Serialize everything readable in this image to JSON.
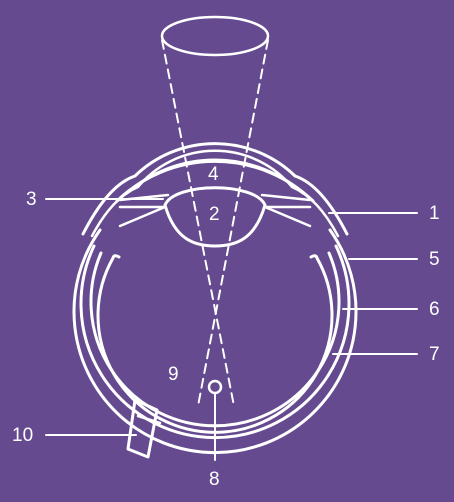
{
  "background_color": "#654a8f",
  "line_color": "#ffffff",
  "labels": {
    "l1": "1",
    "l2": "2",
    "l3": "3",
    "l4": "4",
    "l5": "5",
    "l6": "6",
    "l7": "7",
    "l8": "8",
    "l9": "9",
    "l10": "10"
  }
}
